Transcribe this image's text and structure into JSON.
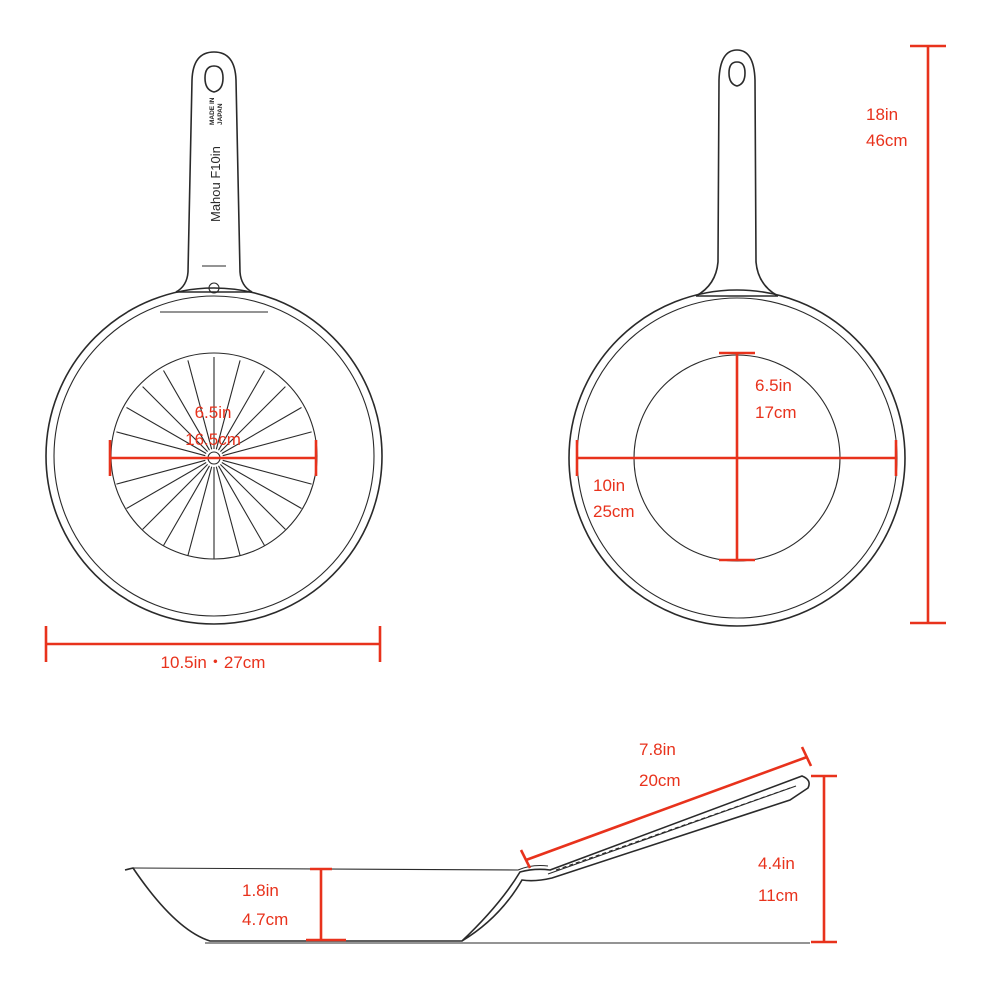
{
  "colors": {
    "dimension": "#e8321c",
    "outline": "#2a2a2a",
    "background": "#ffffff"
  },
  "engraving": {
    "model": "Mahou F10in",
    "origin_line1": "MADE IN",
    "origin_line2": "JAPAN"
  },
  "top_view_left": {
    "inner_diameter": {
      "in": "6.5in",
      "cm": "16.5cm"
    },
    "overall_width": "10.5in・27cm"
  },
  "top_view_right": {
    "base_diameter": {
      "in": "6.5in",
      "cm": "17cm"
    },
    "rim_diameter": {
      "in": "10in",
      "cm": "25cm"
    },
    "total_length": {
      "in": "18in",
      "cm": "46cm"
    }
  },
  "side_view": {
    "depth": {
      "in": "1.8in",
      "cm": "4.7cm"
    },
    "handle_length": {
      "in": "7.8in",
      "cm": "20cm"
    },
    "height": {
      "in": "4.4in",
      "cm": "11cm"
    }
  }
}
